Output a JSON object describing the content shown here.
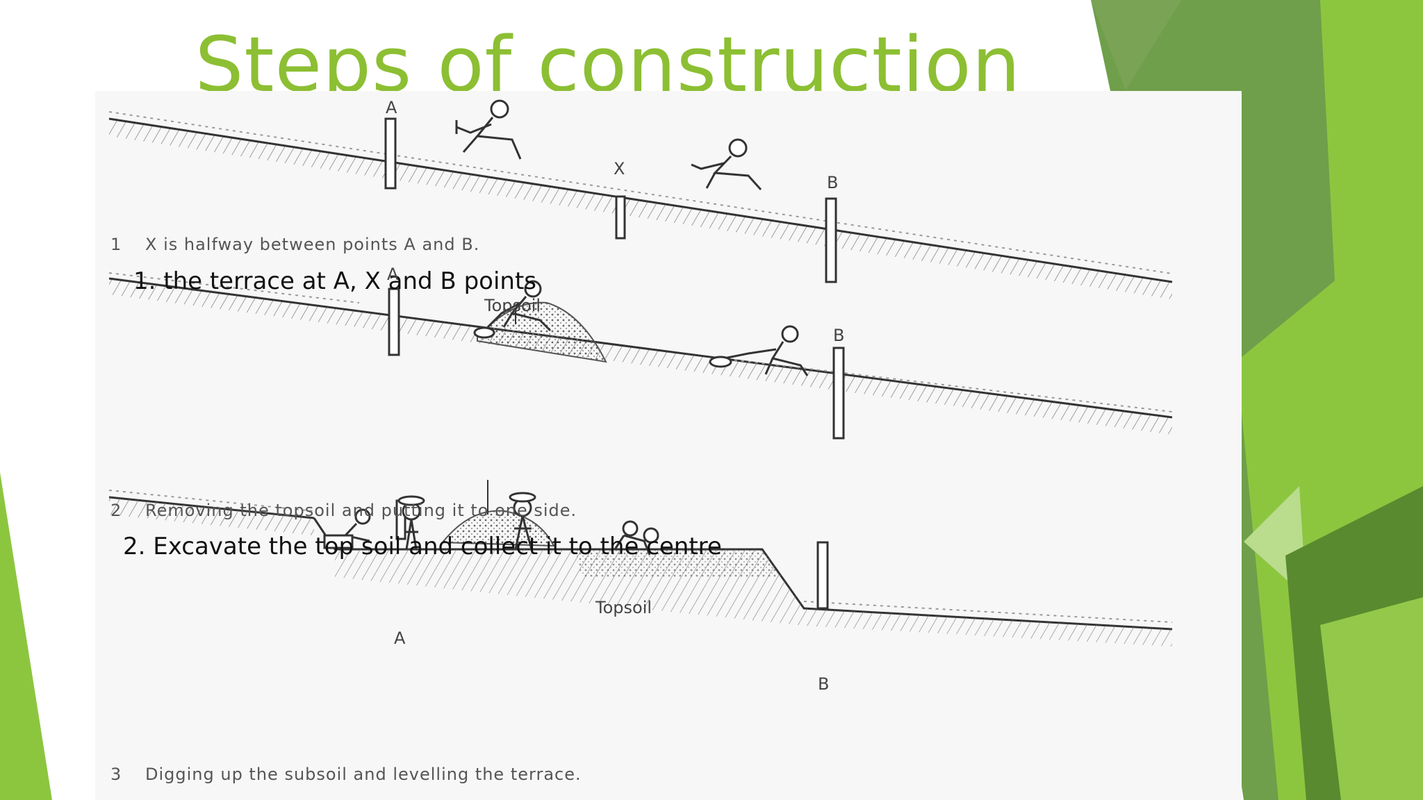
{
  "slide": {
    "title": "Steps of construction",
    "accent_color": "#8cbf33"
  },
  "figure": {
    "steps": [
      {
        "number": "1",
        "caption": "X is halfway between points A and B.",
        "note": "1. the terrace at A, X and B points",
        "labels": {
          "a": "A",
          "x": "X",
          "b": "B"
        }
      },
      {
        "number": "2",
        "caption": "Removing the topsoil and putting it to one side.",
        "note": "2. Excavate the top soil and collect it to the centre",
        "labels": {
          "a": "A",
          "topsoil": "Topsoil",
          "b": "B"
        }
      },
      {
        "number": "3",
        "caption": "Digging up the subsoil and levelling the terrace.",
        "labels": {
          "a": "A",
          "topsoil": "Topsoil",
          "b": "B"
        }
      }
    ]
  }
}
